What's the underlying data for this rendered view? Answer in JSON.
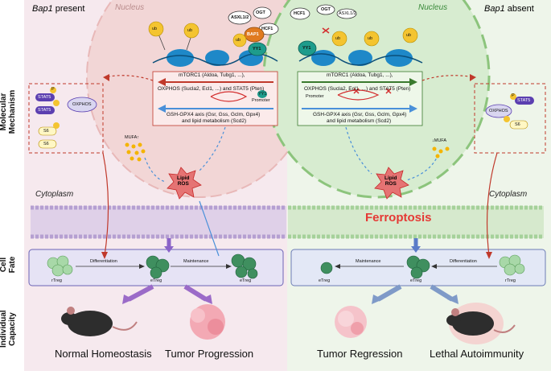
{
  "left_panel": {
    "title_gene": "Bap1",
    "title_rest": " present",
    "nucleus": "Nucleus",
    "cytoplasm": "Cytoplasm",
    "complex": {
      "asxl": "ASXL1/2",
      "ogt": "OGT",
      "hcf1": "HCF1",
      "bap1": "BAP1",
      "yy1": "YY1"
    },
    "ub": "ub",
    "promoter": "Promoter",
    "mtorc1": "mTORC1 (Aldoa, Tubg1, ...),",
    "oxphos": "OXPHOS (Sucla2, Ecl1, ...) and STAT5 (Pten)",
    "gsh": "GSH-GPX4 axis (Gsr, Gss, Gclm, Gpx4)",
    "lipid_met": "and lipid metabolism (Scd2)",
    "stat5": "STAT5",
    "p": "P",
    "s6": "S6",
    "oxphos_label": "OXPHOS",
    "mufa": "MUFA↑",
    "lipid_ros": "Lipid\nROS",
    "rtreg": "rTreg",
    "etreg": "eTreg",
    "differentiation": "Differentiation",
    "maintenance": "Maintenance",
    "outcome1": "Normal Homeostasis",
    "outcome2": "Tumor Progression"
  },
  "right_panel": {
    "title_gene": "Bap1",
    "title_rest": " absent",
    "nucleus": "Nucleus",
    "cytoplasm": "Cytoplasm",
    "complex": {
      "hcf1": "HCF1",
      "ogt": "OGT",
      "asxl": "ASXL1/2",
      "yy1": "YY1"
    },
    "ub": "ub",
    "promoter": "Promoter",
    "mtorc1": "mTORC1 (Aldoa, Tubg1, ...),",
    "oxphos": "OXPHOS (Sucla2, Ecl1, ...) and STAT5 (Pten)",
    "gsh": "GSH-GPX4 axis (Gsr, Gss, Gclm, Gpx4)",
    "lipid_met": "and lipid metabolism (Scd2)",
    "stat5": "STAT5",
    "p": "P",
    "s6": "S6",
    "oxphos_label": "OXPHOS",
    "mufa": "↓MUFA",
    "lipid_ros": "Lipid\nROS",
    "ferroptosis": "Ferroptosis",
    "rtreg": "rTreg",
    "etreg": "eTreg",
    "differentiation": "Differentiation",
    "maintenance": "Maintenance",
    "outcome1": "Tumor Regression",
    "outcome2": "Lethal Autoimmunity"
  },
  "row_labels": {
    "mechanism": "Molecular\nMechanism",
    "cell_fate": "Cell\nFate",
    "capacity": "Individual\nCapacity"
  },
  "colors": {
    "left_bg": "#f6e9ee",
    "right_bg": "#eef5ea",
    "nucleus_left": "#f2d6d6",
    "nucleus_right": "#d7ecd0",
    "red_arrow": "#c0392b",
    "blue_arrow": "#4a90d9",
    "ferroptosis": "#e53935"
  }
}
